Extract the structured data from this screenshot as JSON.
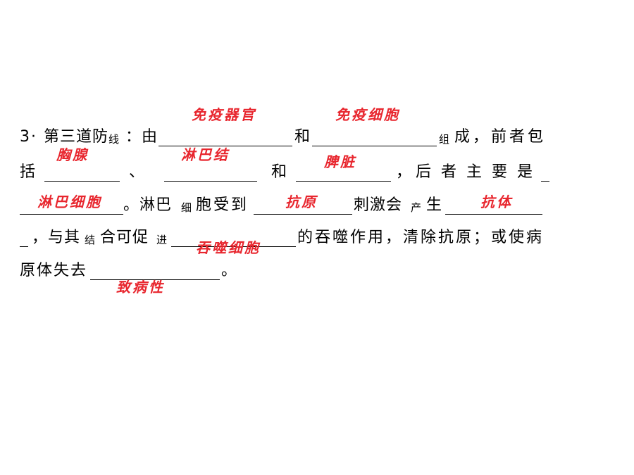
{
  "line1": {
    "num": "3",
    "dot": "·",
    "s1": "第三道防",
    "s1_small": "线",
    "s2": "：由",
    "s3": "和",
    "s4_small": "组",
    "s5": "成，前者包"
  },
  "line2": {
    "s1": "括",
    "s2": "、",
    "s3": "和",
    "s4": "，",
    "s5": "后者主要是"
  },
  "line3": {
    "s1": "。淋巴",
    "s1_small": "细",
    "s2": "胞受到",
    "s3": "刺激会",
    "s3_small": "产",
    "s4": "生"
  },
  "line4": {
    "s1": "，与其",
    "s1_small": "结",
    "s2": "合可促",
    "s2_small": "进",
    "s3": "的吞噬作用，清除抗原；或使病"
  },
  "line5": {
    "s1": "原体失去",
    "s2": "。"
  },
  "answers": [
    "免疫器官",
    "免疫细胞",
    "胸腺",
    "淋巴结",
    "脾脏",
    "淋巴细胞",
    "抗原",
    "抗体",
    "吞噬细胞",
    "致病性"
  ],
  "colors": {
    "answer_red": "#e8262e",
    "text": "#000000",
    "background": "#ffffff"
  }
}
